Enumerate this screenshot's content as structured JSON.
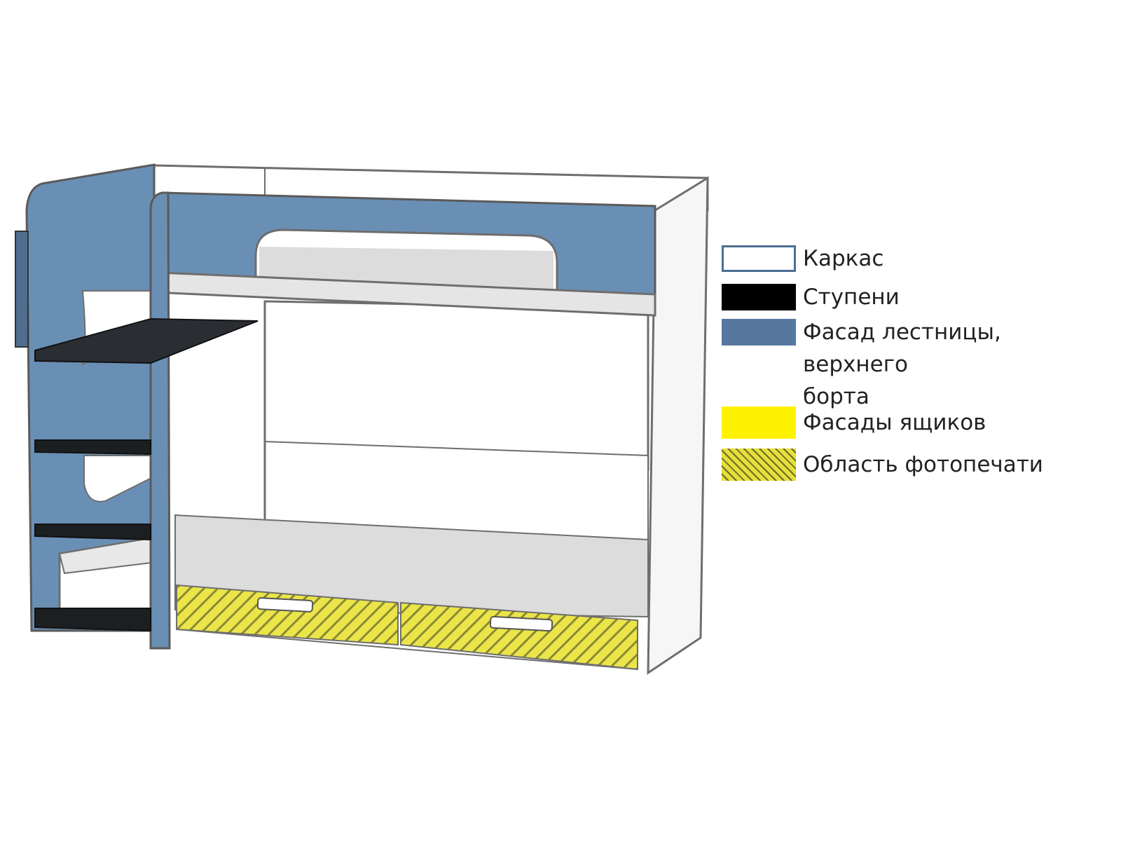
{
  "legend": {
    "items": [
      {
        "key": "frame",
        "label": "Каркас",
        "color": "#ffffff",
        "border": "#4d6f93"
      },
      {
        "key": "steps",
        "label": "Ступени",
        "color": "#000000"
      },
      {
        "key": "ladder",
        "label": "Фасад лестницы, верхнего\nборта",
        "color": "#56789e"
      },
      {
        "key": "drawer",
        "label": "Фасады ящиков",
        "color": "#fff200"
      },
      {
        "key": "photo",
        "label": "Область фотопечати",
        "color": "#e6df3a"
      }
    ]
  },
  "colors": {
    "frame": "#ffffff",
    "frame_outline": "#6e6e6e",
    "shelf_gray": "#dcdcdc",
    "ladder_blue": "#6a8fb5",
    "step_black": "#1c1f22",
    "drawer_yellow": "#e8e24a"
  }
}
